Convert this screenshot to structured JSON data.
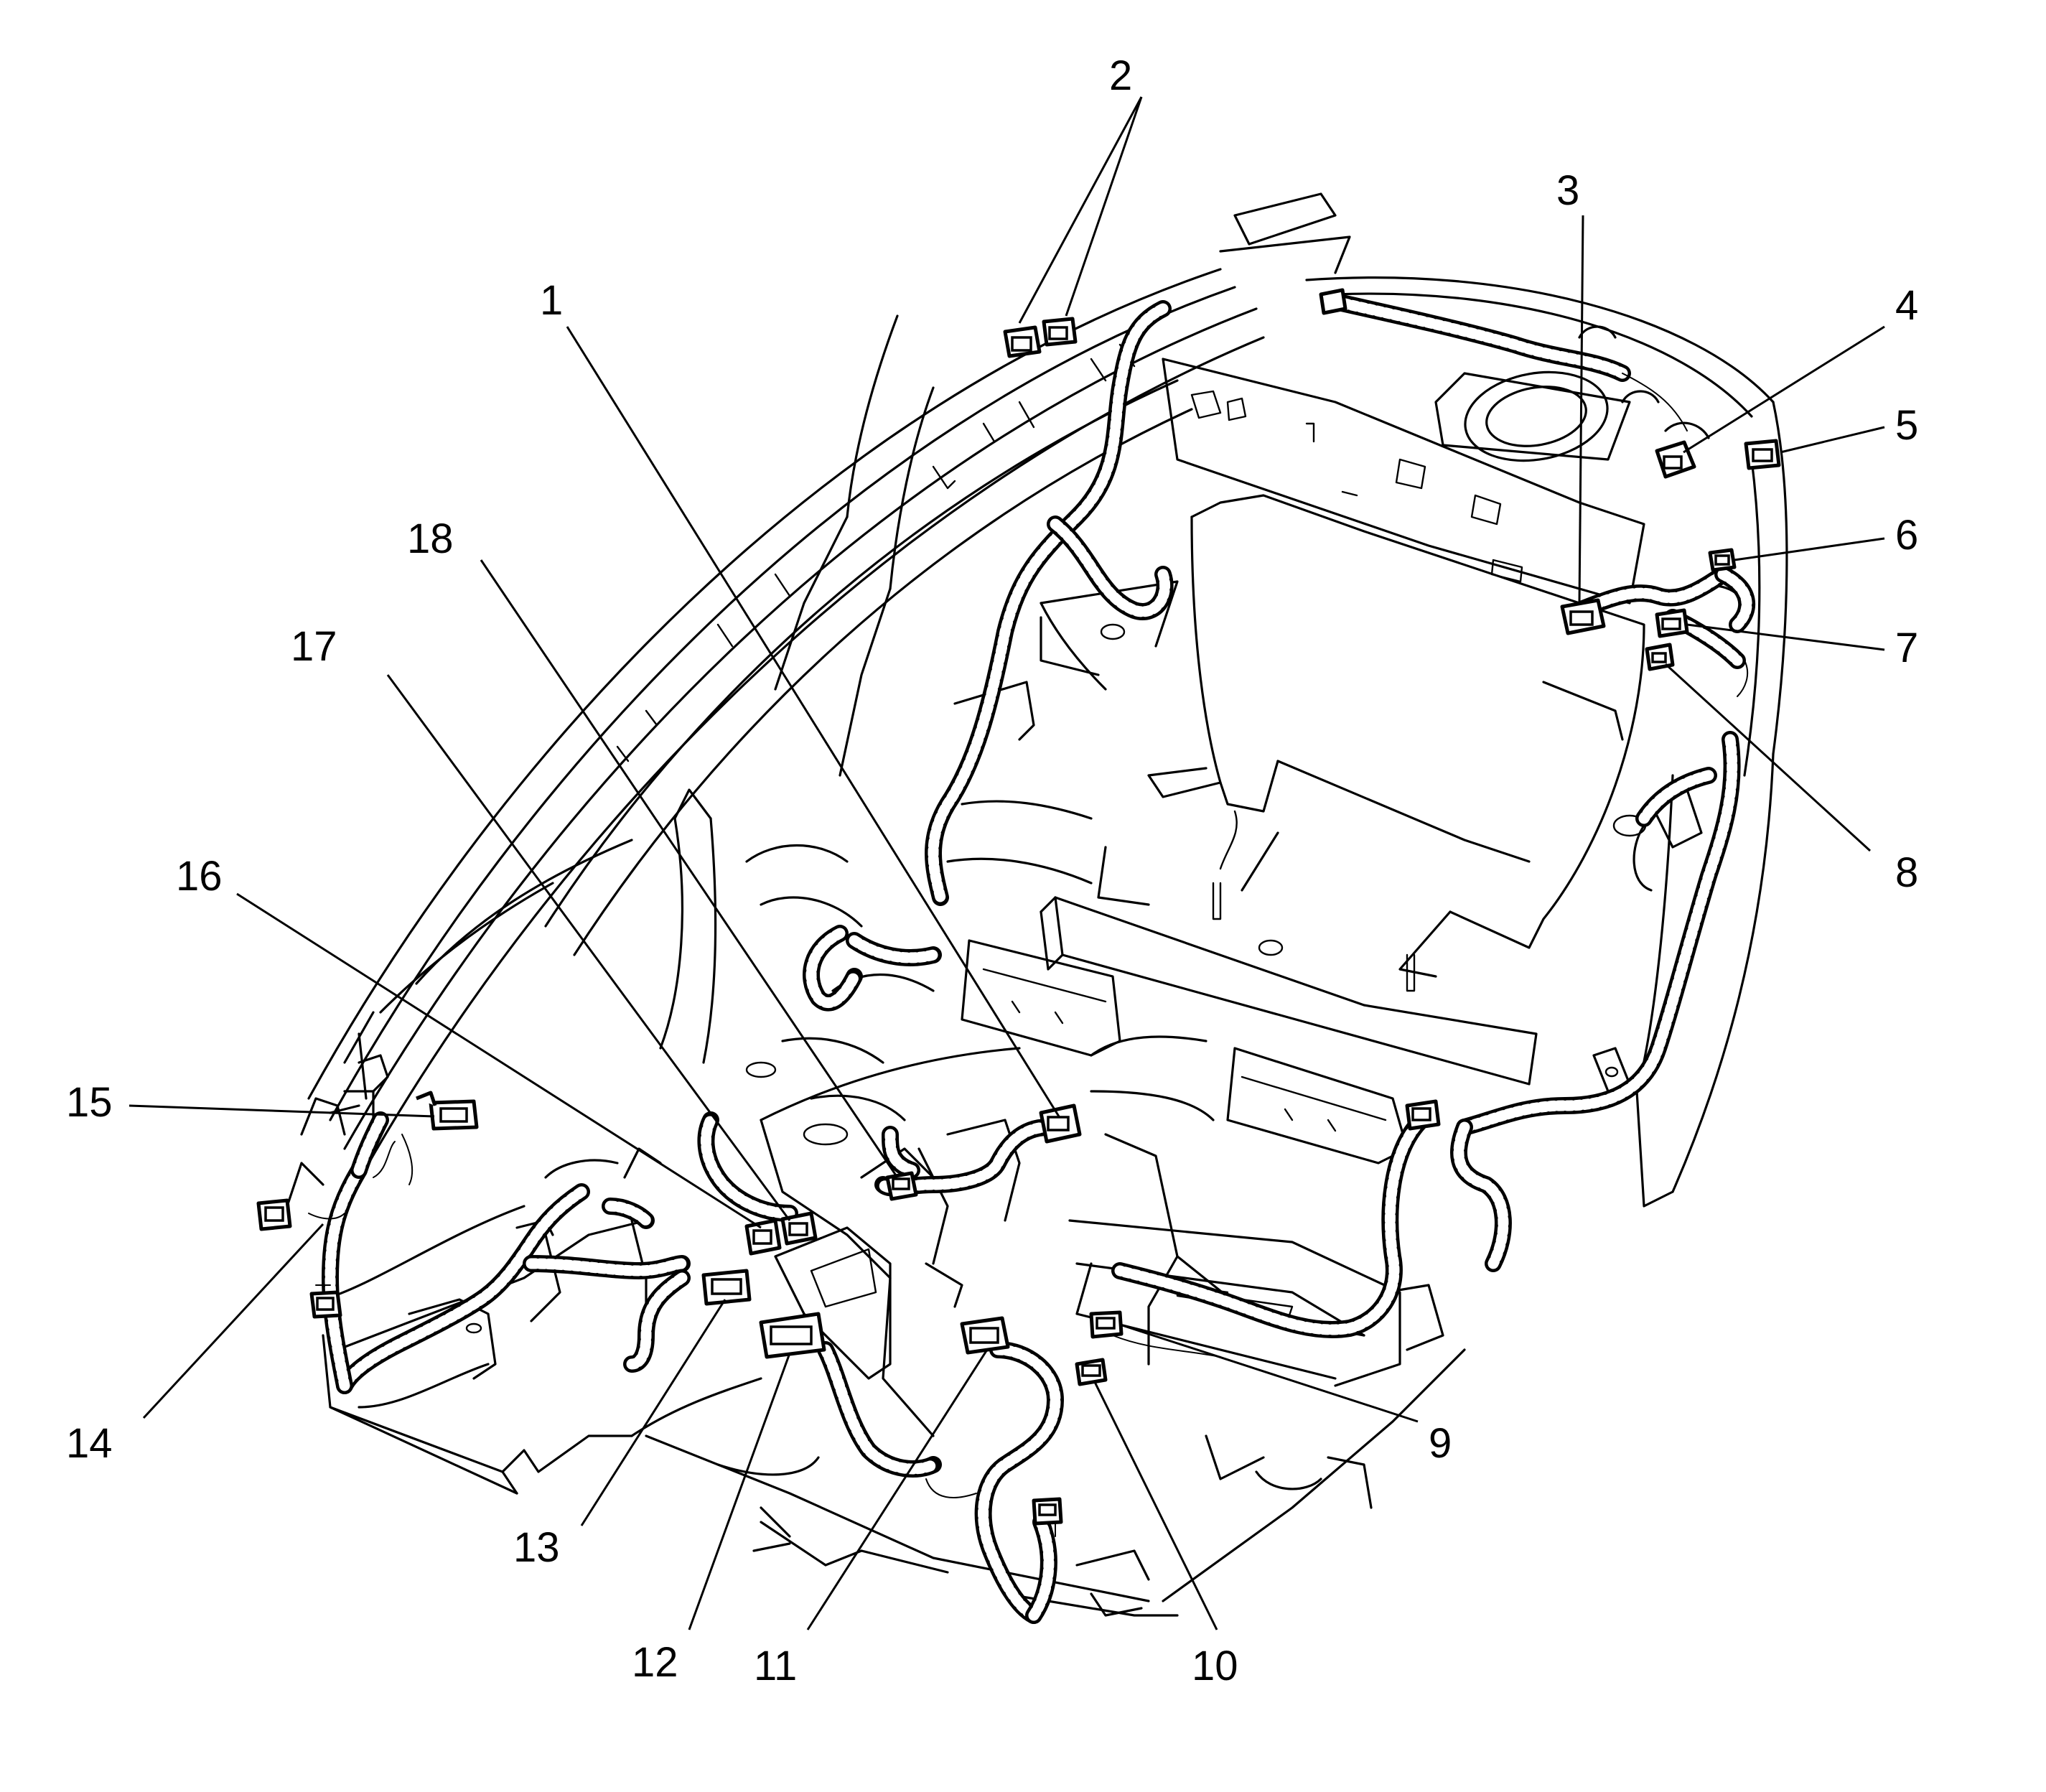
{
  "figure": {
    "callouts": [
      "1",
      "2",
      "3",
      "4",
      "5",
      "6",
      "7",
      "8",
      "9",
      "10",
      "11",
      "12",
      "13",
      "14",
      "15",
      "16",
      "17",
      "18"
    ]
  }
}
